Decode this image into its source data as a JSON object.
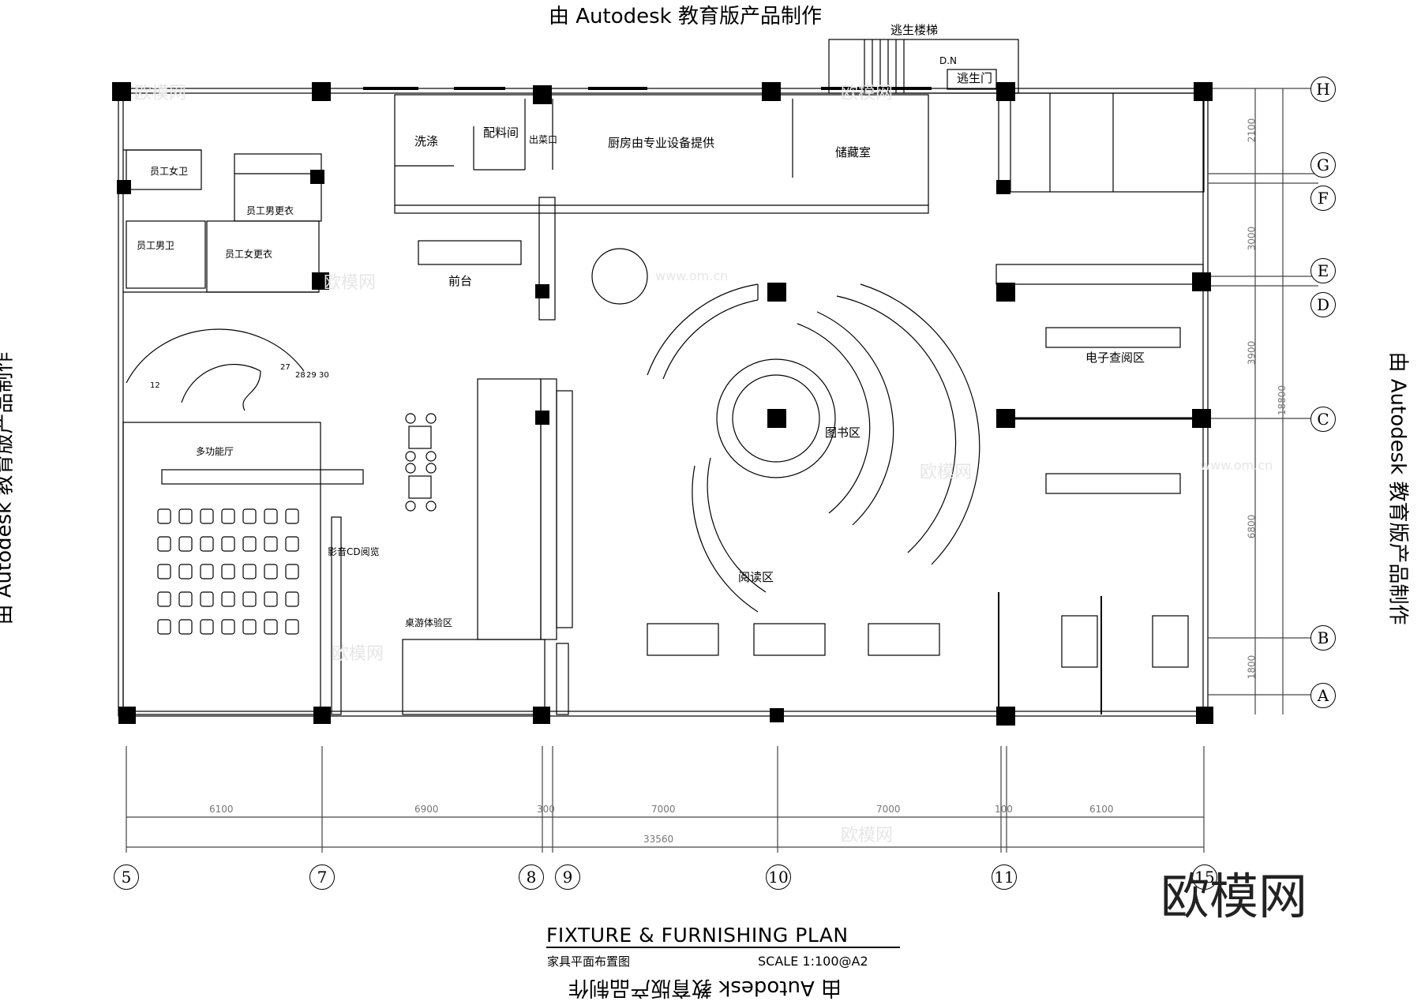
{
  "stamps": {
    "top": "由 Autodesk 教育版产品制作",
    "bottom": "由 Autodesk 教育版产品制作",
    "left": "由 Autodesk 教育版产品制作",
    "right": "由 Autodesk 教育版产品制作"
  },
  "rooms": {
    "escape_stair": "逃生楼梯",
    "dn": "D.N",
    "escape_door": "逃生门",
    "wash": "洗涤",
    "prep_room": "配料间",
    "serving_window": "出菜口",
    "kitchen": "厨房由专业设备提供",
    "storage": "储藏室",
    "staff_female_wc": "员工女卫",
    "staff_male_locker": "员工男更衣",
    "staff_male_wc": "员工男卫",
    "staff_female_locker": "员工女更衣",
    "reception": "前台",
    "library": "图书区",
    "e_reading": "电子查阅区",
    "multi_hall": "多功能厅",
    "av_cd": "影音CD阅览",
    "board_game": "桌游体验区",
    "reading": "阅读区"
  },
  "stair_numbers": [
    "12",
    "27",
    "28",
    "29",
    "30"
  ],
  "grid_columns": [
    "5",
    "7",
    "8",
    "9",
    "10",
    "11",
    "15"
  ],
  "grid_rows": [
    "H",
    "G",
    "F",
    "E",
    "D",
    "C",
    "B",
    "A"
  ],
  "dims_bottom": [
    "6100",
    "6900",
    "300",
    "7000",
    "7000",
    "100",
    "6100"
  ],
  "dim_bottom_total": "33560",
  "dims_right": [
    "2100",
    "3000",
    "3900",
    "6800",
    "1800"
  ],
  "dim_right_total": "18800",
  "title": {
    "main": "FIXTURE & FURNISHING PLAN",
    "sub": "家具平面布置图",
    "scale": "SCALE  1:100@A2"
  },
  "watermark": "欧模网",
  "watermark_url": "www.om.cn"
}
